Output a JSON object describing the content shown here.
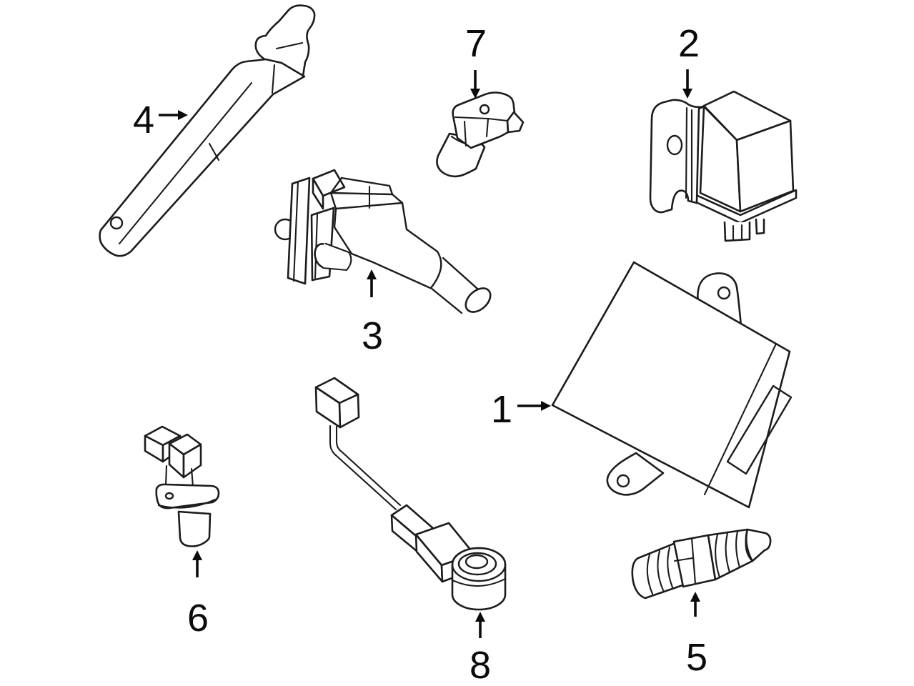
{
  "diagram": {
    "background": "#ffffff",
    "line_color": "#1c1c1c",
    "label_color": "#0b0b0b",
    "parts": [
      {
        "number": "1",
        "arrow_direction": "right"
      },
      {
        "number": "2",
        "arrow_direction": "down"
      },
      {
        "number": "3",
        "arrow_direction": "up"
      },
      {
        "number": "4",
        "arrow_direction": "right"
      },
      {
        "number": "5",
        "arrow_direction": "up"
      },
      {
        "number": "6",
        "arrow_direction": "up"
      },
      {
        "number": "7",
        "arrow_direction": "down"
      },
      {
        "number": "8",
        "arrow_direction": "up"
      }
    ]
  }
}
